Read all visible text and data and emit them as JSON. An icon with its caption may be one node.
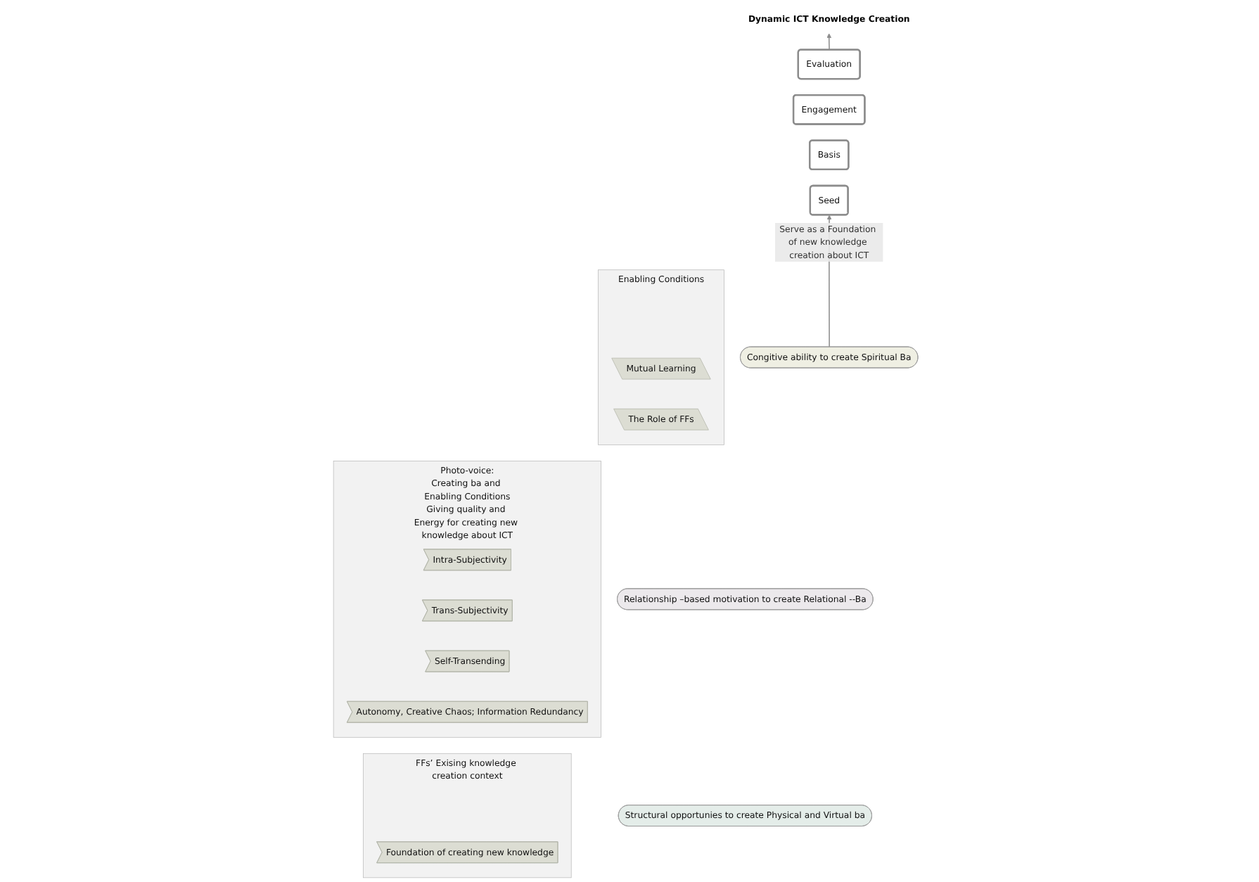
{
  "diagram": {
    "nodes": [
      {
        "text": [
          "Dynamic ICT Knowledge Creation"
        ]
      },
      {
        "text": [
          "Photo-voice:",
          "Creating ba and Enabling Conditions"
        ],
        "beside": [
          "Giving quality and Energy for creating new knowledge about ICT"
        ]
      },
      {
        "text": [
          "Intra-Subjectivity"
        ],
        "in": 1
      },
      {
        "text": [
          "Trans-Subjectivity"
        ],
        "in": 1
      },
      {
        "text": [
          "Self-Transending"
        ],
        "in": 1
      },
      {
        "text": [
          "Autonomy, Creative Chaos; Information Redundancy"
        ],
        "in": 1
      },
      {
        "text": [
          "Evaluation"
        ]
      },
      {
        "text": [
          "Engagement"
        ]
      },
      {
        "text": [
          "Basis"
        ]
      },
      {
        "text": [
          "Seed"
        ]
      },
      {
        "text": [
          "Enabling Conditions"
        ]
      },
      {
        "text": [
          "Mutual Learning"
        ],
        "in": 10
      },
      {
        "text": [
          "The Role of FFs"
        ],
        "in": 10
      },
      {
        "text": [
          "FFs’ Exising knowledge creation context"
        ]
      },
      {
        "text": [
          "Foundation of creating new knowledge"
        ],
        "in": 13
      },
      {
        "text": [
          "Congitive ability to create Spiritual Ba"
        ]
      },
      {
        "text": [
          "Relationship –based motivation to create Relational --Ba"
        ]
      },
      {
        "text": [
          "Structural opportunies to create Physical and Virtual ba"
        ]
      }
    ],
    "edges": [
      {
        "from": 6,
        "to": 0,
        "arrow": "to"
      },
      {
        "from": 15,
        "to": 9,
        "arrow": "to",
        "label": "Serve as a Foundation of new knowledge creation about ICT"
      }
    ]
  }
}
